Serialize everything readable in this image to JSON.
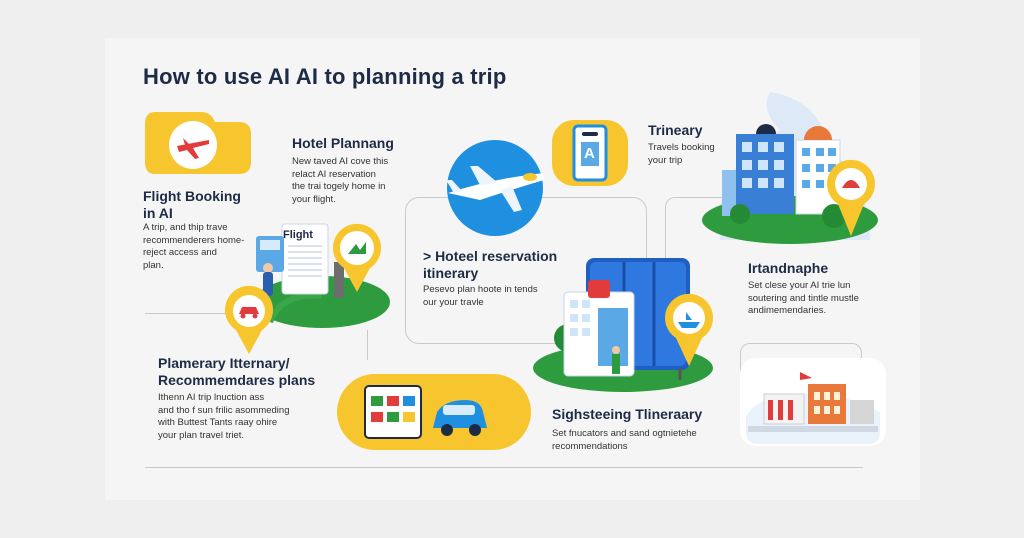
{
  "title": "How to use AI AI to planning a trip",
  "sections": {
    "flight": {
      "title": "Flight Booking\nin AI",
      "body": "A trip, and thip trave\nrecommenderers home-\nreject access and\nplan."
    },
    "hotel": {
      "title": "Hotel Plannang",
      "body": "New taved AI cove this\nrelact AI reservation\nthe trai togely home in\nyour flight."
    },
    "hotel_reservation": {
      "title": "> Hoteel reservation\nitinerary",
      "body": "Pesevo plan hoote in tends\nour your travle"
    },
    "trinerary": {
      "title": "Trineary",
      "body": "Travels booking\nyour trip"
    },
    "landmarks": {
      "title": "Irtandnaphe",
      "body": "Set clese your AI trie lun\nsoutering and tintle mustle\nandimemendaries."
    },
    "plans": {
      "title": "Plamerary  Itternary/\nRecommemdares plans",
      "body": "Ithenn AI trip lnuction ass\nand tho f sun frilic asommeding\nwith Buttest Tants raay ohire\nyour plan travel triet."
    },
    "sightseeing": {
      "title": "Sighsteeing Tlineraary",
      "body": "Set fnucators and sand ogtnietehe\nrecommendations"
    }
  },
  "labels": {
    "flight_card": "Flight",
    "boarding_pass": "A"
  },
  "colors": {
    "yellow": "#f7c62e",
    "navy": "#1d2b46",
    "blue": "#1f8fe0",
    "green": "#2e9b3e",
    "red": "#e23b3b"
  }
}
